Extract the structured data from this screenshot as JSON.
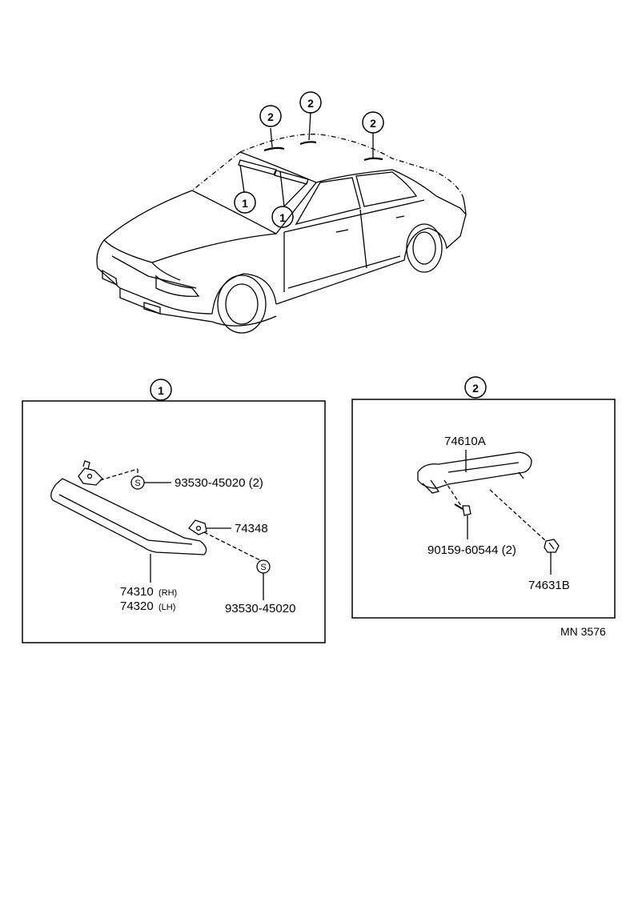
{
  "callouts": {
    "one": "1",
    "two": "2"
  },
  "group1": {
    "title": "1",
    "parts": {
      "clip_1": "93530-45020 (2)",
      "holder": "74348",
      "visor_rh_num": "74310",
      "visor_rh_suffix": "(RH)",
      "visor_lh_num": "74320",
      "visor_lh_suffix": "(LH)",
      "clip_2": "93530-45020",
      "s_mark": "S"
    }
  },
  "group2": {
    "title": "2",
    "parts": {
      "grip": "74610A",
      "screw": "90159-60544 (2)",
      "clip": "74631B"
    }
  },
  "reference": "MN 3576"
}
